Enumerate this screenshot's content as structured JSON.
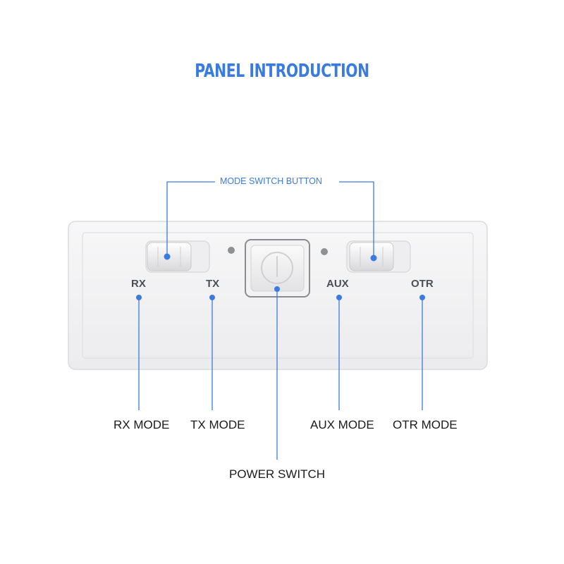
{
  "title": "PANEL INTRODUCTION",
  "accent_color": "#3a7be0",
  "callout_top": "MODE SWITCH BUTTON",
  "panel_labels": [
    "RX",
    "TX",
    "AUX",
    "OTR"
  ],
  "captions": {
    "rx": "RX MODE",
    "tx": "TX MODE",
    "aux": "AUX MODE",
    "otr": "OTR MODE",
    "power": "POWER SWITCH"
  },
  "icons": [
    "power-icon",
    "left-slide-switch",
    "right-slide-switch",
    "left-indicator-led",
    "right-indicator-led"
  ]
}
